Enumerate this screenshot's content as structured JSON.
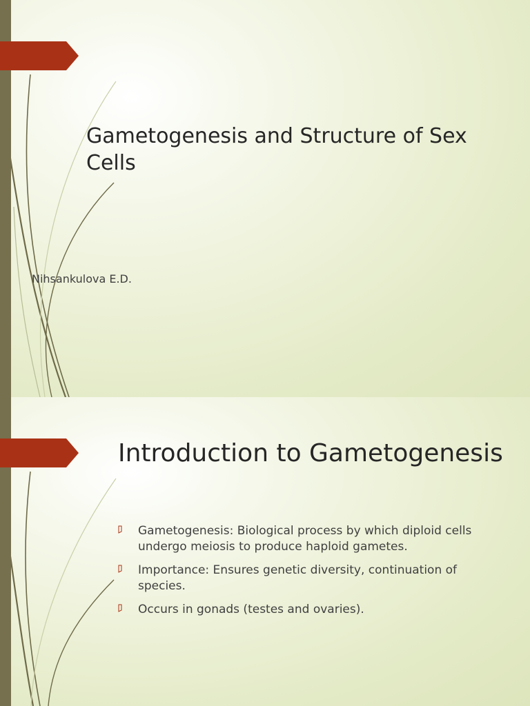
{
  "slides": [
    {
      "title": "Gametogenesis and Structure of Sex Cells",
      "subtitle": "Nihsankulova E.D."
    },
    {
      "title": "Introduction to Gametogenesis",
      "bullets": [
        "Gametogenesis: Biological process by which diploid cells undergo meiosis to produce haploid gametes.",
        "Importance: Ensures genetic diversity, continuation of species.",
        "Occurs in gonads (testes and ovaries)."
      ]
    }
  ],
  "colors": {
    "side_bar": "#76704f",
    "tab_arrow": "#a93216",
    "swoosh": "#6e6a48",
    "title_text": "#262626",
    "body_text": "#404040"
  },
  "icons": {
    "bullet": "outlined-square-bullet-icon",
    "tab": "arrow-tab-icon"
  }
}
